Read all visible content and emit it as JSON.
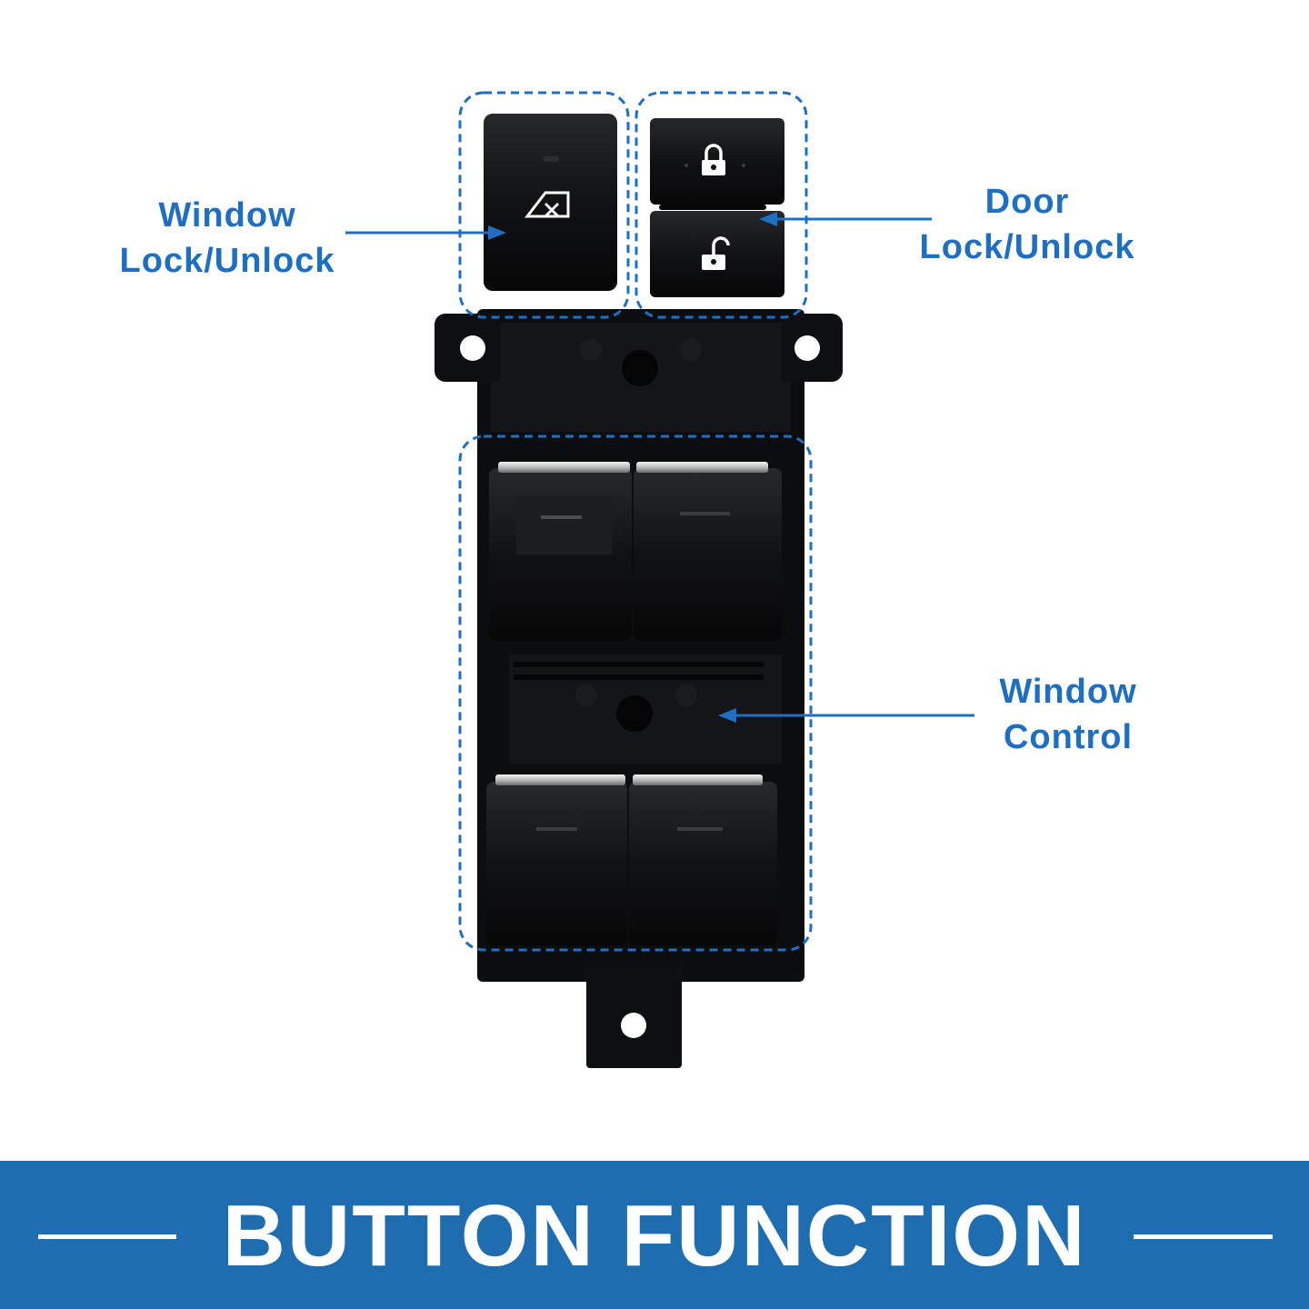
{
  "callouts": {
    "window_lock": {
      "line1": "Window",
      "line2": "Lock/Unlock"
    },
    "door_lock": {
      "line1": "Door",
      "line2": "Lock/Unlock"
    },
    "window_control": {
      "line1": "Window",
      "line2": "Control"
    }
  },
  "banner": {
    "title": "BUTTON FUNCTION"
  },
  "colors": {
    "accent_blue": "#1e6fc4",
    "banner_blue": "#1f6db1",
    "switch_black": "#0d0e10",
    "chrome": "#d8d8d8"
  },
  "icons": [
    "window-lock-icon",
    "lock-closed-icon",
    "lock-open-icon"
  ]
}
